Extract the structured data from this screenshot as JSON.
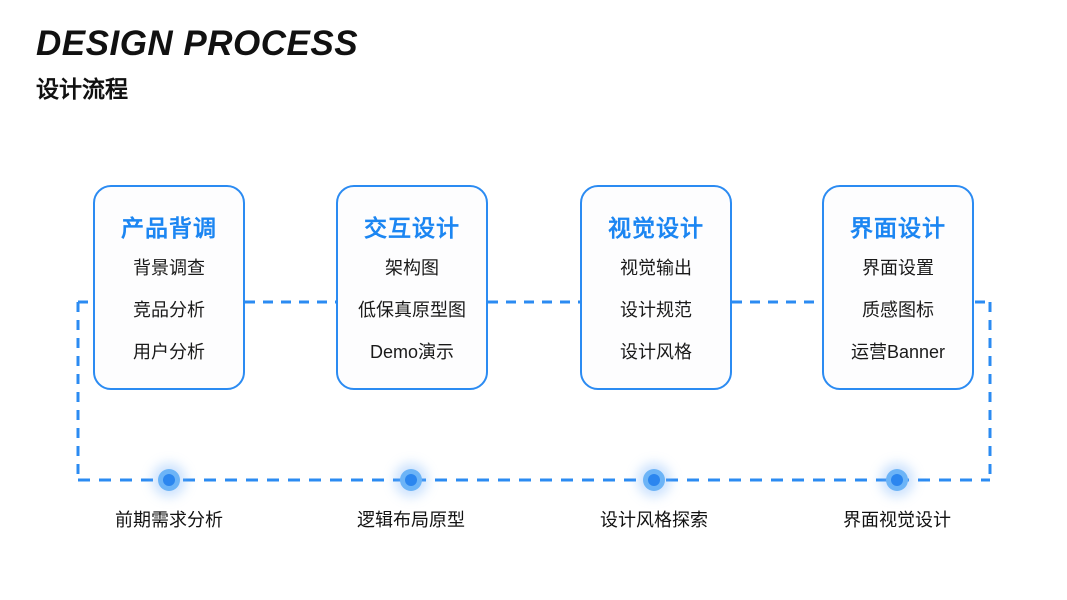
{
  "header": {
    "title_en": "DESIGN PROCESS",
    "title_cn": "设计流程"
  },
  "colors": {
    "accent_blue": "#2b8bf2",
    "heading_blue": "#1c86f2",
    "dot_outer": "#6cb4f7",
    "dot_inner": "#2b86ef",
    "background": "#ffffff",
    "text": "#1a1a1a"
  },
  "cards": [
    {
      "heading": "产品背调",
      "items": [
        "背景调查",
        "竞品分析",
        "用户分析"
      ]
    },
    {
      "heading": "交互设计",
      "items": [
        "架构图",
        "低保真原型图",
        "Demo演示"
      ]
    },
    {
      "heading": "视觉设计",
      "items": [
        "视觉输出",
        "设计规范",
        "设计风格"
      ]
    },
    {
      "heading": "界面设计",
      "items": [
        "界面设置",
        "质感图标",
        "运营Banner"
      ]
    }
  ],
  "milestones": [
    {
      "label": "前期需求分析"
    },
    {
      "label": "逻辑布局原型"
    },
    {
      "label": "设计风格探索"
    },
    {
      "label": "界面视觉设计"
    }
  ]
}
